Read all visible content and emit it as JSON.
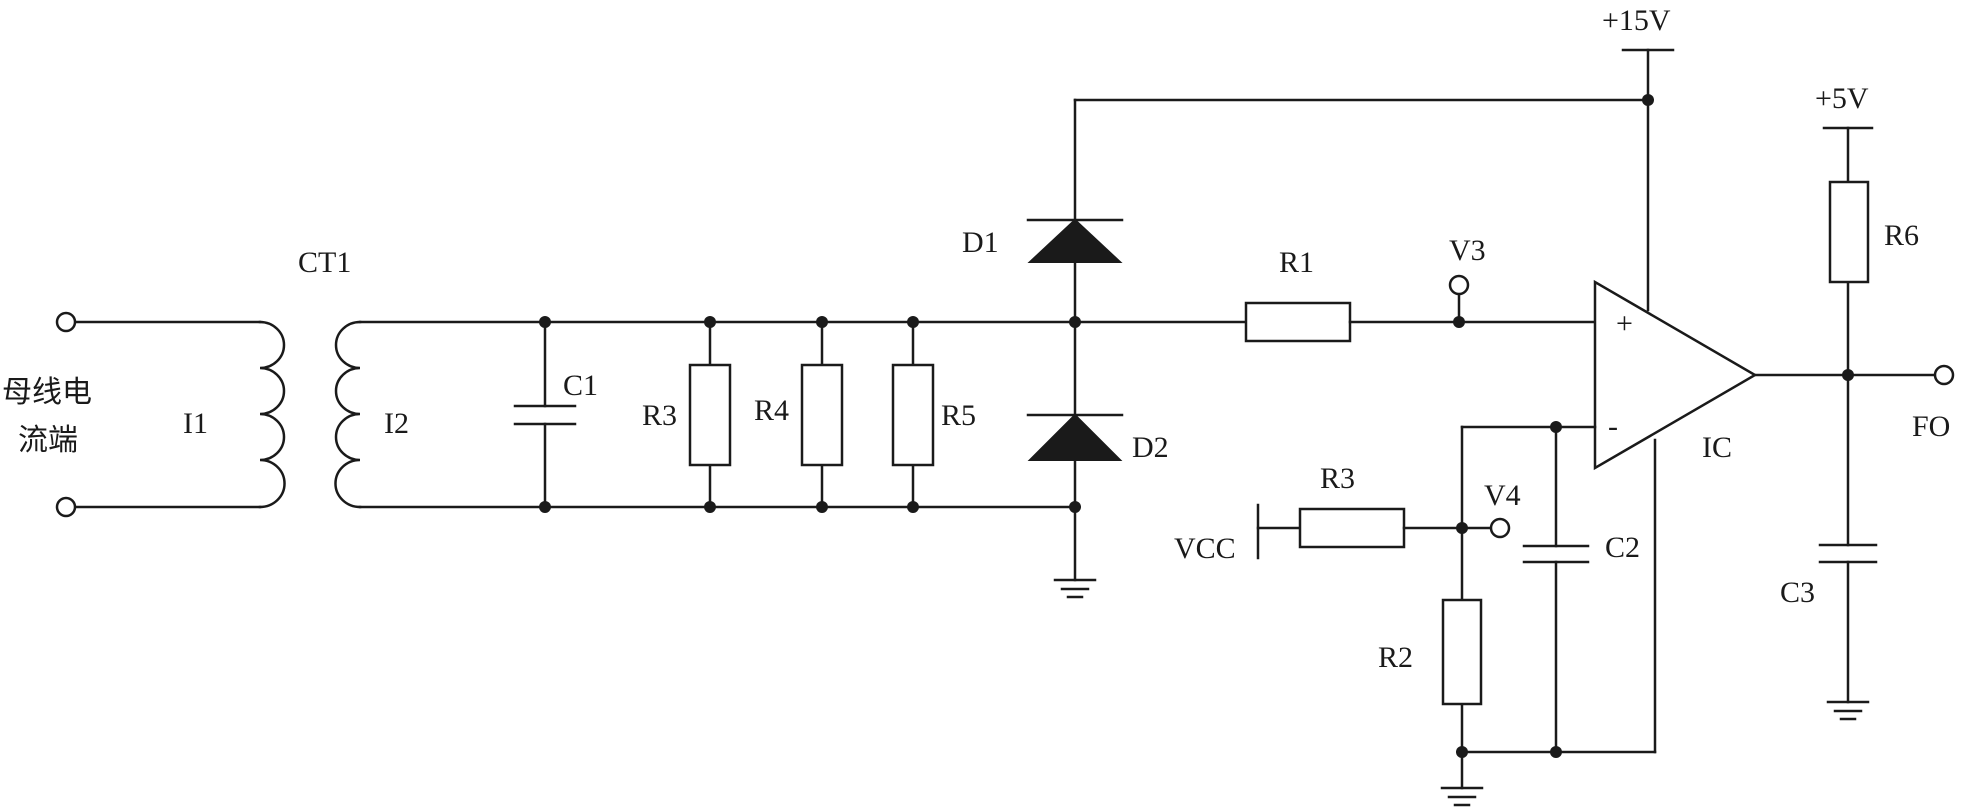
{
  "labels": {
    "bus_line1": "母线电",
    "bus_line2": "流端",
    "ct1": "CT1",
    "i1": "I1",
    "i2": "I2",
    "c1": "C1",
    "r3_left": "R3",
    "r4": "R4",
    "r5": "R5",
    "d1": "D1",
    "d2": "D2",
    "r1": "R1",
    "v3": "V3",
    "v15": "+15V",
    "v5": "+5V",
    "r6": "R6",
    "ic": "IC",
    "plus": "+",
    "minus": "-",
    "fo": "FO",
    "vcc": "VCC",
    "r3_bottom": "R3",
    "v4": "V4",
    "c2": "C2",
    "r2": "R2",
    "c3": "C3"
  },
  "colors": {
    "line": "#1a1a1a",
    "background": "#ffffff"
  }
}
